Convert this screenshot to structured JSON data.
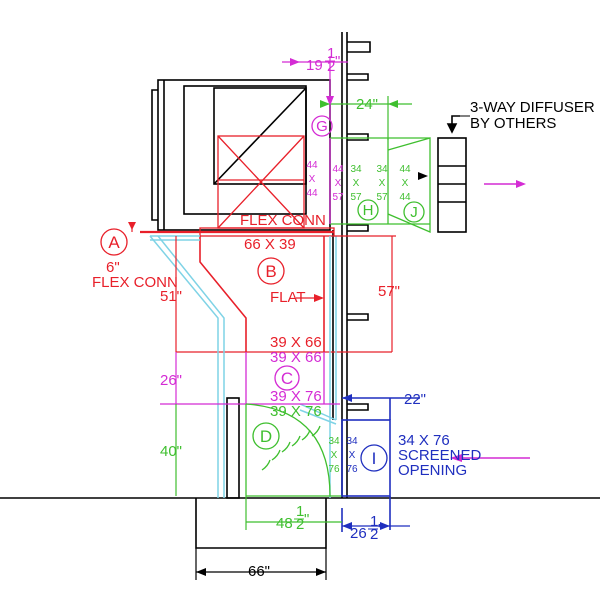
{
  "colors": {
    "red": "#e8202a",
    "green": "#3fbf2f",
    "magenta": "#d42bd4",
    "blue": "#1f2fbf",
    "cyan": "#7fd3e6",
    "black": "#000000"
  },
  "circles": {
    "a": "A",
    "b": "B",
    "c": "C",
    "d": "D",
    "g": "G",
    "h": "H",
    "i": "I",
    "j": "J"
  },
  "labels": {
    "diffuser_line1": "3-WAY DIFFUSER",
    "diffuser_line2": "BY OTHERS",
    "flex_conn_top": "FLEX CONN",
    "size_66x39": "66 X 39",
    "a_dim": "6\"",
    "a_flex_conn": "FLEX CONN",
    "flat": "FLAT",
    "size_39x66_red": "39 X 66",
    "size_39x66_mag": "39 X 66",
    "size_39x76_mag": "39 X 76",
    "size_39x76_green": "39 X 76",
    "screened_line1": "34 X 76",
    "screened_line2": "SCREENED",
    "screened_line3": "OPENING"
  },
  "dimensions": {
    "d_19_whole": "19",
    "d_19_num": "1",
    "d_19_den": "2",
    "d_19_inch": "\"",
    "d_24": "24\"",
    "d_51": "51\"",
    "d_57": "57\"",
    "d_26": "26\"",
    "d_40": "40\"",
    "d_22": "22\"",
    "d_48_whole": "48",
    "d_48_num": "1",
    "d_48_den": "2",
    "d_48_inch": "\"",
    "d_26h_whole": "26",
    "d_26h_num": "1",
    "d_26h_den": "2",
    "d_26h_inch": "\"",
    "d_66": "66\""
  },
  "stacks": {
    "coil_44": [
      "44",
      "X",
      "44"
    ],
    "g_44": [
      "44",
      "X",
      "57"
    ],
    "h_34": [
      "34",
      "X",
      "57"
    ],
    "j_34": [
      "34",
      "X",
      "57"
    ],
    "j_44": [
      "44",
      "X",
      "44"
    ],
    "d_34": [
      "34",
      "X",
      "76"
    ],
    "i_34": [
      "34",
      "X",
      "76"
    ]
  }
}
